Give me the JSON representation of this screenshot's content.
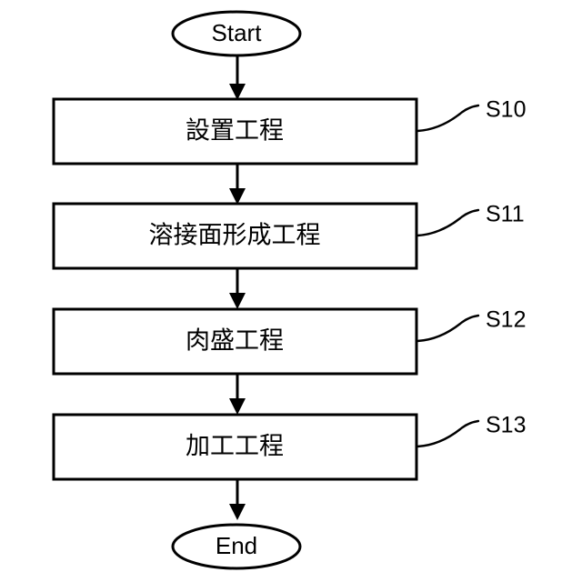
{
  "diagram": {
    "type": "flowchart",
    "orientation": "vertical",
    "title": "",
    "start": {
      "label": "Start",
      "shape": "ellipse"
    },
    "end": {
      "label": "End",
      "shape": "ellipse"
    },
    "steps": [
      {
        "label": "設置工程",
        "step_id": "S10",
        "shape": "rectangle"
      },
      {
        "label": "溶接面形成工程",
        "step_id": "S11",
        "shape": "rectangle"
      },
      {
        "label": "肉盛工程",
        "step_id": "S12",
        "shape": "rectangle"
      },
      {
        "label": "加工工程",
        "step_id": "S13",
        "shape": "rectangle"
      }
    ],
    "colors": {
      "stroke": "#000000",
      "fill": "#ffffff",
      "text": "#000000"
    }
  }
}
